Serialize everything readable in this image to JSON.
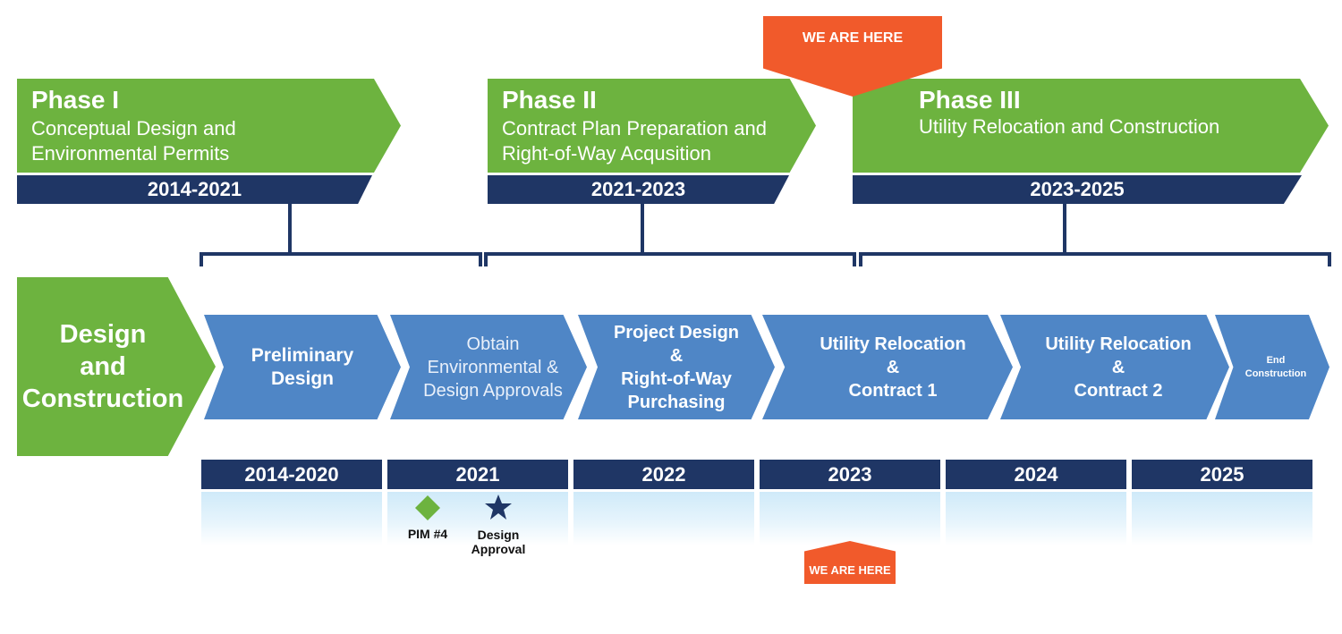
{
  "phases": [
    {
      "title": "Phase I",
      "subtitle": "Conceptual Design and\nEnvironmental Permits",
      "years": "2014-2021"
    },
    {
      "title": "Phase II",
      "subtitle": "Contract Plan Preparation and\nRight-of-Way Acqusition",
      "years": "2021-2023"
    },
    {
      "title": "Phase III",
      "subtitle": "Utility Relocation and Construction",
      "years": "2023-2025"
    }
  ],
  "design_block": "Design\nand\nConstruction",
  "steps": [
    {
      "label": "Preliminary\nDesign"
    },
    {
      "label": "Obtain\nEnvironmental &\nDesign Approvals"
    },
    {
      "label": "Project Design\n&\nRight-of-Way\nPurchasing"
    },
    {
      "label": "Utility Relocation\n&\nContract 1"
    },
    {
      "label": "Utility Relocation\n&\nContract 2"
    },
    {
      "label": "End\nConstruction"
    }
  ],
  "year_row": [
    "2014-2020",
    "2021",
    "2022",
    "2023",
    "2024",
    "2025"
  ],
  "milestones": [
    {
      "label": "PIM #4",
      "icon": "diamond-icon",
      "color": "#6db33f"
    },
    {
      "label": "Design\nApproval",
      "icon": "star-icon",
      "color": "#1f3665"
    }
  ],
  "we_are_here_top": "WE ARE HERE",
  "we_are_here_bottom": "WE ARE HERE",
  "colors": {
    "green": "#6db33f",
    "navy": "#1f3665",
    "blue": "#4f86c6",
    "orange": "#f15a2b"
  }
}
